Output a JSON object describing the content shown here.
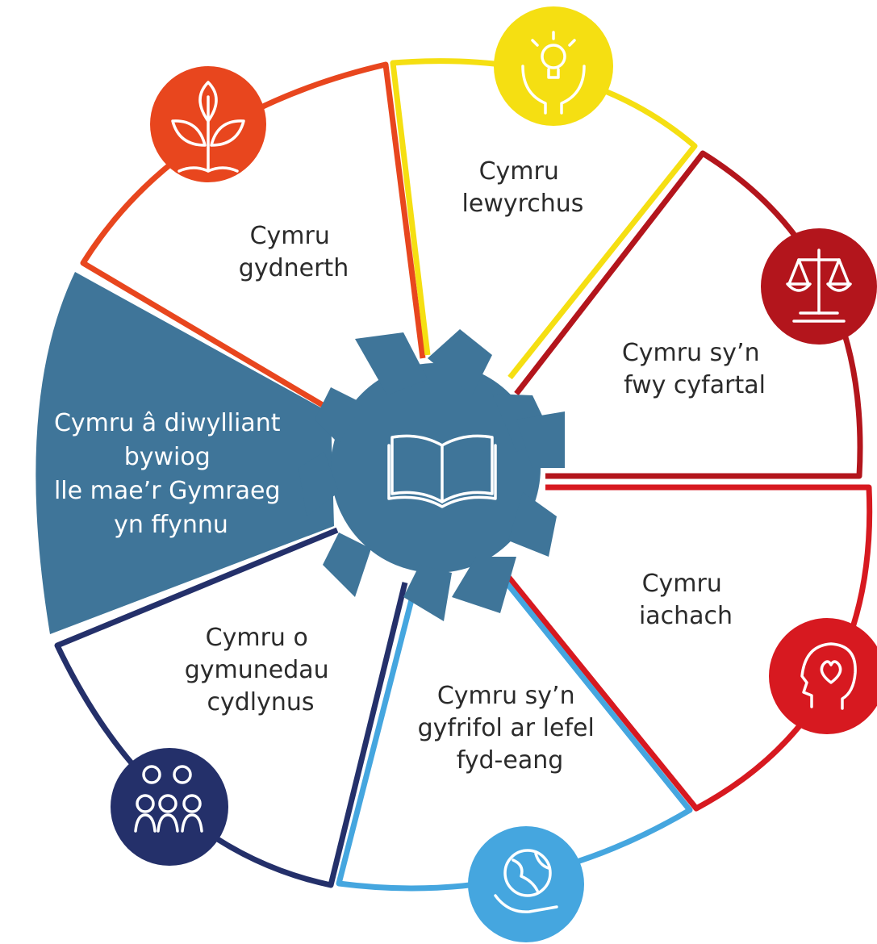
{
  "diagram": {
    "segments": [
      {
        "id": "resilient",
        "lines": [
          "Cymru",
          "gydnerth"
        ],
        "color": "#E8461E",
        "icon": "plant-icon"
      },
      {
        "id": "prosperous",
        "lines": [
          "Cymru",
          "lewyrchus"
        ],
        "color": "#F5DF12",
        "icon": "lightbulb-hands-icon"
      },
      {
        "id": "equal",
        "lines": [
          "Cymru sy’n",
          "fwy cyfartal"
        ],
        "color": "#B3151C",
        "icon": "scales-icon"
      },
      {
        "id": "healthier",
        "lines": [
          "Cymru",
          "iachach"
        ],
        "color": "#D71920",
        "icon": "head-heart-icon"
      },
      {
        "id": "global",
        "lines": [
          "Cymru sy’n",
          "gyfrifol ar lefel",
          "fyd-eang"
        ],
        "color": "#45A6DF",
        "icon": "globe-hand-icon"
      },
      {
        "id": "cohesive",
        "lines": [
          "Cymru o",
          "gymunedau",
          "cydlynus"
        ],
        "color": "#24306A",
        "icon": "people-group-icon"
      },
      {
        "id": "culture",
        "lines": [
          "Cymru â diwylliant",
          "bywiog",
          "lle mae’r Gymraeg",
          "yn ffynnu"
        ],
        "color": "#3F7599",
        "icon": "none"
      }
    ],
    "center": {
      "icon": "open-book-icon",
      "color": "#3F7599"
    }
  }
}
